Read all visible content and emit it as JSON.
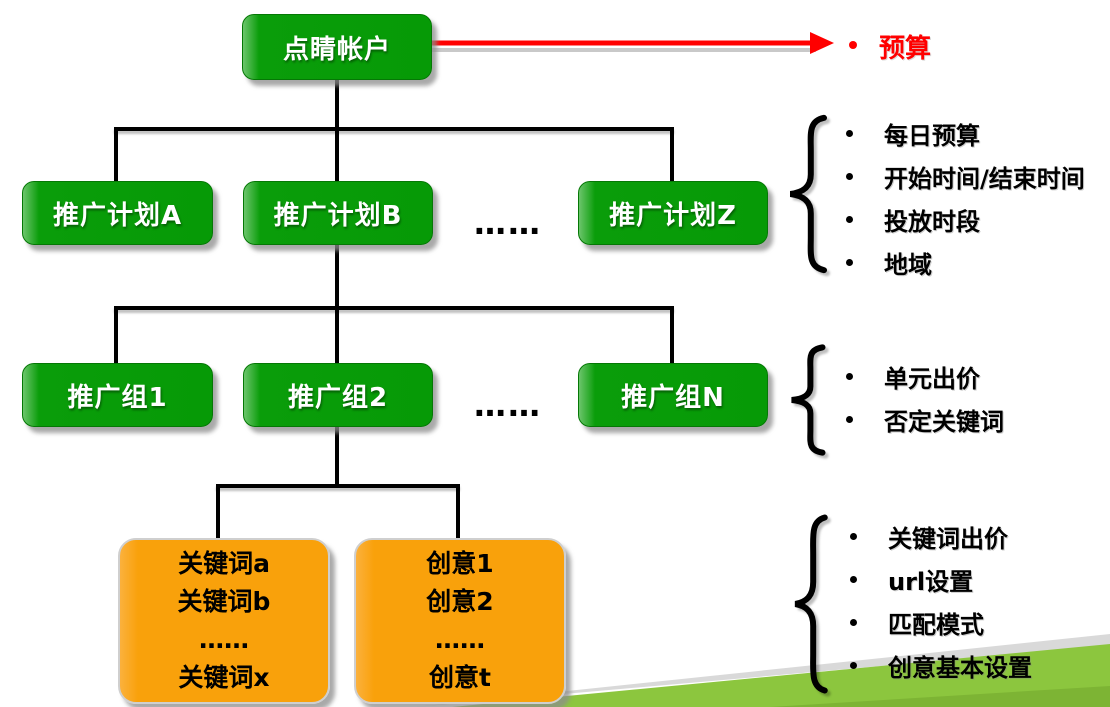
{
  "diagram": {
    "account": {
      "label": "点睛帐户"
    },
    "budget": {
      "label": "预算"
    },
    "plans": {
      "a": "推广计划A",
      "b": "推广计划B",
      "ellipsis": "……",
      "z": "推广计划Z"
    },
    "plan_props": [
      "每日预算",
      "开始时间/结束时间",
      "投放时段",
      "地域"
    ],
    "groups": {
      "g1": "推广组1",
      "g2": "推广组2",
      "ellipsis": "……",
      "gn": "推广组N"
    },
    "group_props": [
      "单元出价",
      "否定关键词"
    ],
    "keywords": {
      "lines": [
        "关键词a",
        "关键词b",
        "……",
        "关键词x"
      ]
    },
    "creatives": {
      "lines": [
        "创意1",
        "创意2",
        "……",
        "创意t"
      ]
    },
    "leaf_props": [
      "关键词出价",
      "url设置",
      "匹配模式",
      "创意基本设置"
    ],
    "colors": {
      "node_green": "#069A06",
      "leaf_orange": "#F9A10B",
      "accent_red": "#FF0000",
      "footer_green": "#8CC63E",
      "connector_black": "#000000"
    }
  }
}
